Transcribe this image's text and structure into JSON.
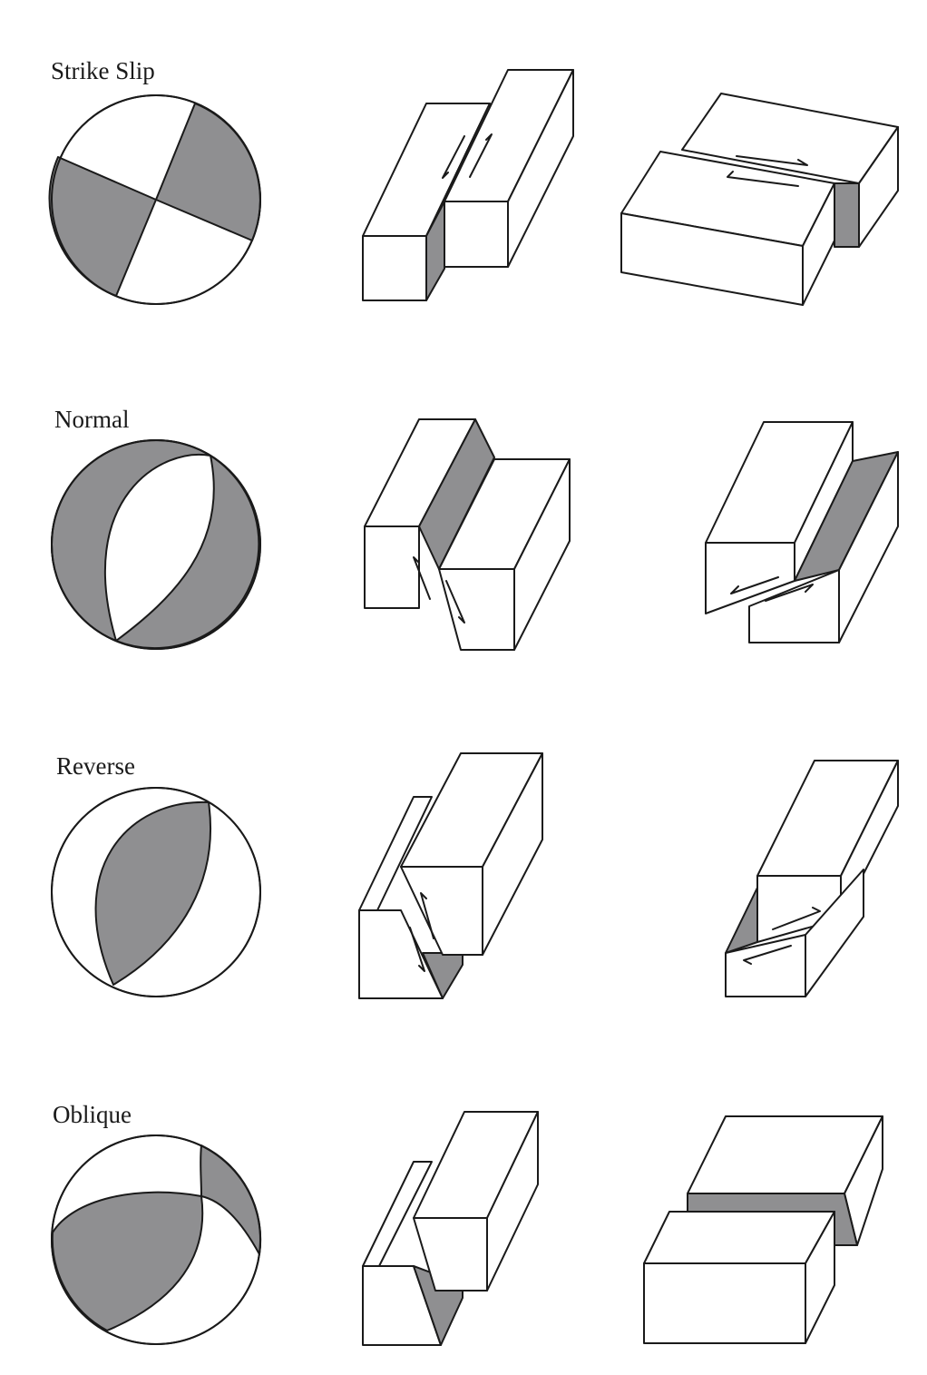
{
  "rows": [
    {
      "label": "Strike Slip"
    },
    {
      "label": "Normal"
    },
    {
      "label": "Reverse"
    },
    {
      "label": "Oblique"
    }
  ],
  "colors": {
    "shade": "#8f8f91",
    "line": "#1a1a1a",
    "background": "#ffffff"
  }
}
